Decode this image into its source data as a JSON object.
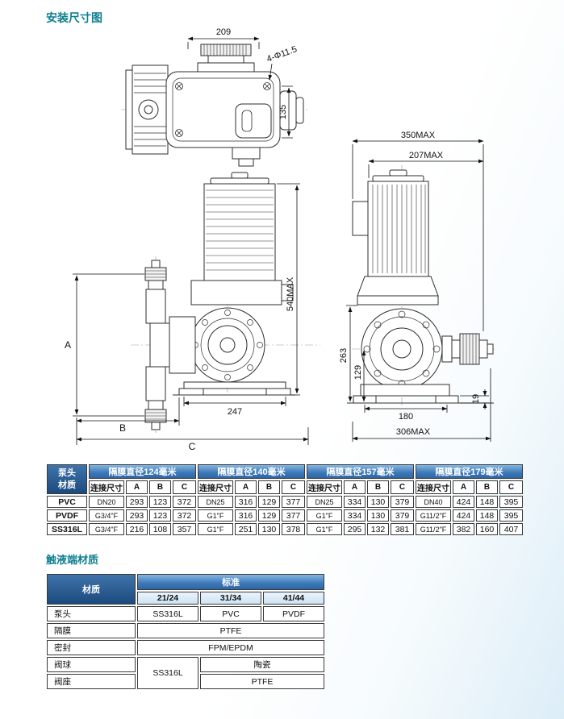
{
  "page": {
    "title": "安装尺寸图",
    "section2_title": "触液端材质"
  },
  "colors": {
    "title_teal": "#0e7f8f",
    "header_blue": "#3c78b7",
    "header_dark_blue": "#1c4a7e",
    "line_black": "#2e2e2e"
  },
  "drawings": {
    "top_view": {
      "dim_209": "209",
      "dim_holes": "4-Φ11.5",
      "dim_135": "135"
    },
    "front_view": {
      "dim_350": "350MAX",
      "dim_207": "207MAX",
      "dim_263": "263",
      "dim_129": "129",
      "dim_19": "19",
      "dim_180": "180",
      "dim_306": "306MAX"
    },
    "side_view": {
      "dim_540": "540MAX",
      "dim_247": "247",
      "dim_A": "A",
      "dim_B": "B",
      "dim_C": "C"
    }
  },
  "dim_table": {
    "corner_line1": "泵头",
    "corner_line2": "材质",
    "groups": [
      "隔膜直径124毫米",
      "隔膜直径140毫米",
      "隔膜直径157毫米",
      "隔膜直径179毫米"
    ],
    "sub_headers": [
      "连接尺寸",
      "A",
      "B",
      "C"
    ],
    "rows": [
      {
        "material": "PVC",
        "cells": [
          "DN20",
          "293",
          "123",
          "372",
          "DN25",
          "316",
          "129",
          "377",
          "DN25",
          "334",
          "130",
          "379",
          "DN40",
          "424",
          "148",
          "395"
        ]
      },
      {
        "material": "PVDF",
        "cells": [
          "G3/4\"F",
          "293",
          "123",
          "372",
          "G1\"F",
          "316",
          "129",
          "377",
          "G1\"F",
          "334",
          "130",
          "379",
          "G11/2\"F",
          "424",
          "148",
          "395"
        ]
      },
      {
        "material": "SS316L",
        "cells": [
          "G3/4\"F",
          "216",
          "108",
          "357",
          "G1\"F",
          "251",
          "130",
          "378",
          "G1\"F",
          "295",
          "132",
          "381",
          "G11/2\"F",
          "382",
          "160",
          "407"
        ]
      }
    ]
  },
  "material_table": {
    "header_material": "材质",
    "header_standard": "标准",
    "models": [
      "21/24",
      "31/34",
      "41/44"
    ],
    "rows": {
      "pump_head": {
        "label": "泵头",
        "values": [
          "SS316L",
          "PVC",
          "PVDF"
        ]
      },
      "diaphragm": {
        "label": "隔膜",
        "value": "PTFE"
      },
      "seal": {
        "label": "密封",
        "value": "FPM/EPDM"
      },
      "valve_ball": {
        "label": "阀球",
        "value_first": "SS316L",
        "value_rest": "陶瓷"
      },
      "valve_seat": {
        "label": "阀座",
        "value_rest": "PTFE"
      }
    }
  }
}
